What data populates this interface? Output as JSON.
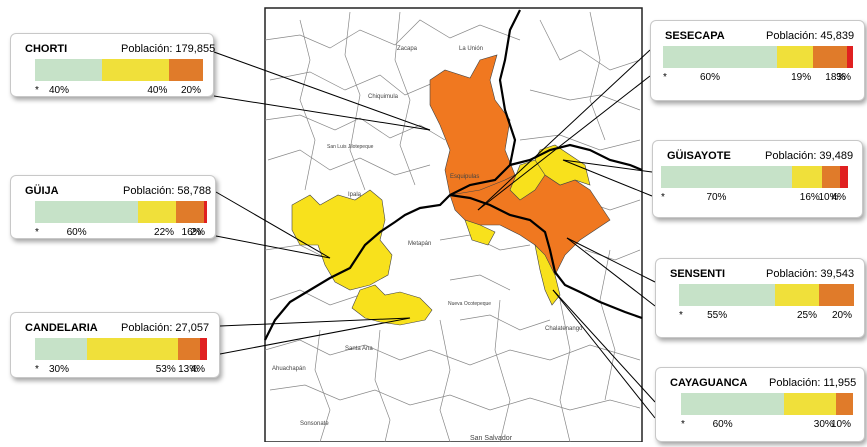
{
  "colors": {
    "seg1": "#c6e2c8",
    "seg2": "#f0e03a",
    "seg3": "#e07b2a",
    "seg4": "#e02020",
    "region_orange": "#f07820",
    "region_yellow": "#f8e11c"
  },
  "map_labels": {
    "zacapa": "Zacapa",
    "la_union": "La Unión",
    "chiquimula": "Chiquimula",
    "san_luis_jilotepeque": "San Luis Jilotepeque",
    "esquipulas": "Esquipulas",
    "metapan": "Metapán",
    "nueva_ocotepeque": "Nueva Ocotepeque",
    "santa_ana": "Santa Ana",
    "chalatenango": "Chalatenango",
    "ahuachapan": "Ahuachapán",
    "san_salvador": "San Salvador",
    "ipala": "Ipala",
    "sonsonate": "Sonsonate"
  },
  "cards": [
    {
      "name": "CHORTI",
      "population": "Población: 179,855",
      "star": "*",
      "segments": [
        {
          "pct": 40,
          "label": "40%"
        },
        {
          "pct": 40,
          "label": "40%"
        },
        {
          "pct": 20,
          "label": "20%"
        }
      ]
    },
    {
      "name": "GÜIJA",
      "population": "Población: 58,788",
      "star": "*",
      "segments": [
        {
          "pct": 60,
          "label": "60%"
        },
        {
          "pct": 22,
          "label": "22%"
        },
        {
          "pct": 16,
          "label": "16%"
        },
        {
          "pct": 2,
          "label": "2%"
        }
      ]
    },
    {
      "name": "CANDELARIA",
      "population": "Población: 27,057",
      "star": "*",
      "segments": [
        {
          "pct": 30,
          "label": "30%"
        },
        {
          "pct": 53,
          "label": "53%"
        },
        {
          "pct": 13,
          "label": "13%"
        },
        {
          "pct": 4,
          "label": "4%"
        }
      ]
    },
    {
      "name": "SESECAPA",
      "population": "Población: 45,839",
      "star": "*",
      "segments": [
        {
          "pct": 60,
          "label": "60%"
        },
        {
          "pct": 19,
          "label": "19%"
        },
        {
          "pct": 18,
          "label": "18%"
        },
        {
          "pct": 3,
          "label": "3%"
        }
      ]
    },
    {
      "name": "GÜISAYOTE",
      "population": "Población: 39,489",
      "star": "*",
      "segments": [
        {
          "pct": 70,
          "label": "70%"
        },
        {
          "pct": 16,
          "label": "16%"
        },
        {
          "pct": 10,
          "label": "10%"
        },
        {
          "pct": 4,
          "label": "4%"
        }
      ]
    },
    {
      "name": "SENSENTI",
      "population": "Población: 39,543",
      "star": "*",
      "segments": [
        {
          "pct": 55,
          "label": "55%"
        },
        {
          "pct": 25,
          "label": "25%"
        },
        {
          "pct": 20,
          "label": "20%"
        }
      ]
    },
    {
      "name": "CAYAGUANCA",
      "population": "Población: 11,955",
      "star": "*",
      "segments": [
        {
          "pct": 60,
          "label": "60%"
        },
        {
          "pct": 30,
          "label": "30%"
        },
        {
          "pct": 10,
          "label": "10%"
        }
      ]
    }
  ]
}
